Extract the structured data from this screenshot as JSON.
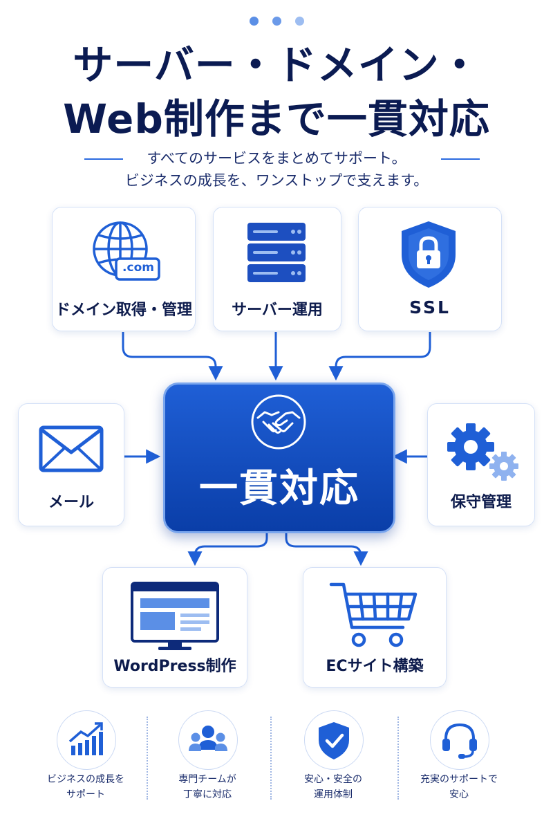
{
  "header": {
    "title_line1": "サーバー・ドメイン・",
    "title_line2": "Web制作まで一貫対応",
    "subtitle_line1": "すべてのサービスをまとめてサポート。",
    "subtitle_line2": "ビジネスの成長を、ワンストップで支えます。"
  },
  "center": {
    "label": "一貫対応",
    "icon": "handshake-icon"
  },
  "services": {
    "domain": {
      "label": "ドメイン取得・管理",
      "icon": "globe-dotcom-icon",
      "badge": ".com"
    },
    "server": {
      "label": "サーバー運用",
      "icon": "server-rack-icon"
    },
    "ssl": {
      "label": "SSL",
      "icon": "shield-lock-icon"
    },
    "mail": {
      "label": "メール",
      "icon": "envelope-icon"
    },
    "maintenance": {
      "label": "保守管理",
      "icon": "gears-icon"
    },
    "wordpress": {
      "label": "WordPress制作",
      "icon": "browser-monitor-icon"
    },
    "ec": {
      "label": "ECサイト構築",
      "icon": "shopping-cart-icon"
    }
  },
  "features": [
    {
      "line1": "ビジネスの成長を",
      "line2": "サポート",
      "icon": "growth-chart-icon"
    },
    {
      "line1": "専門チームが",
      "line2": "丁寧に対応",
      "icon": "team-icon"
    },
    {
      "line1": "安心・安全の",
      "line2": "運用体制",
      "icon": "shield-check-icon"
    },
    {
      "line1": "充実のサポートで",
      "line2": "安心",
      "icon": "headset-icon"
    }
  ],
  "colors": {
    "primary": "#1f5fd6",
    "navy": "#0b1b52",
    "light": "#8fb2ef"
  }
}
